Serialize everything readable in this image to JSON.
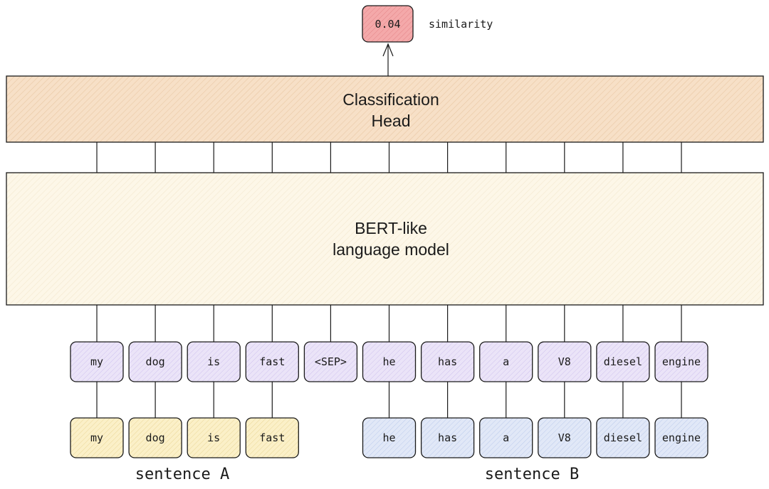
{
  "output": {
    "value": "0.04",
    "label": "similarity",
    "color": "#f4a9aa"
  },
  "classification_head": {
    "line1": "Classification",
    "line2": "Head",
    "color": "#f7e0c7"
  },
  "language_model": {
    "line1": "BERT-like",
    "line2": "language model",
    "color": "#fdf6e4"
  },
  "input_tokens": [
    "my",
    "dog",
    "is",
    "fast",
    "<SEP>",
    "he",
    "has",
    "a",
    "V8",
    "diesel",
    "engine"
  ],
  "input_color": "#e3dcf5",
  "sentence_a": {
    "label": "sentence A",
    "tokens": [
      "my",
      "dog",
      "is",
      "fast"
    ],
    "color": "#f8ebbd"
  },
  "sentence_b": {
    "label": "sentence B",
    "tokens": [
      "he",
      "has",
      "a",
      "V8",
      "diesel",
      "engine"
    ],
    "color": "#d9e2f5"
  }
}
